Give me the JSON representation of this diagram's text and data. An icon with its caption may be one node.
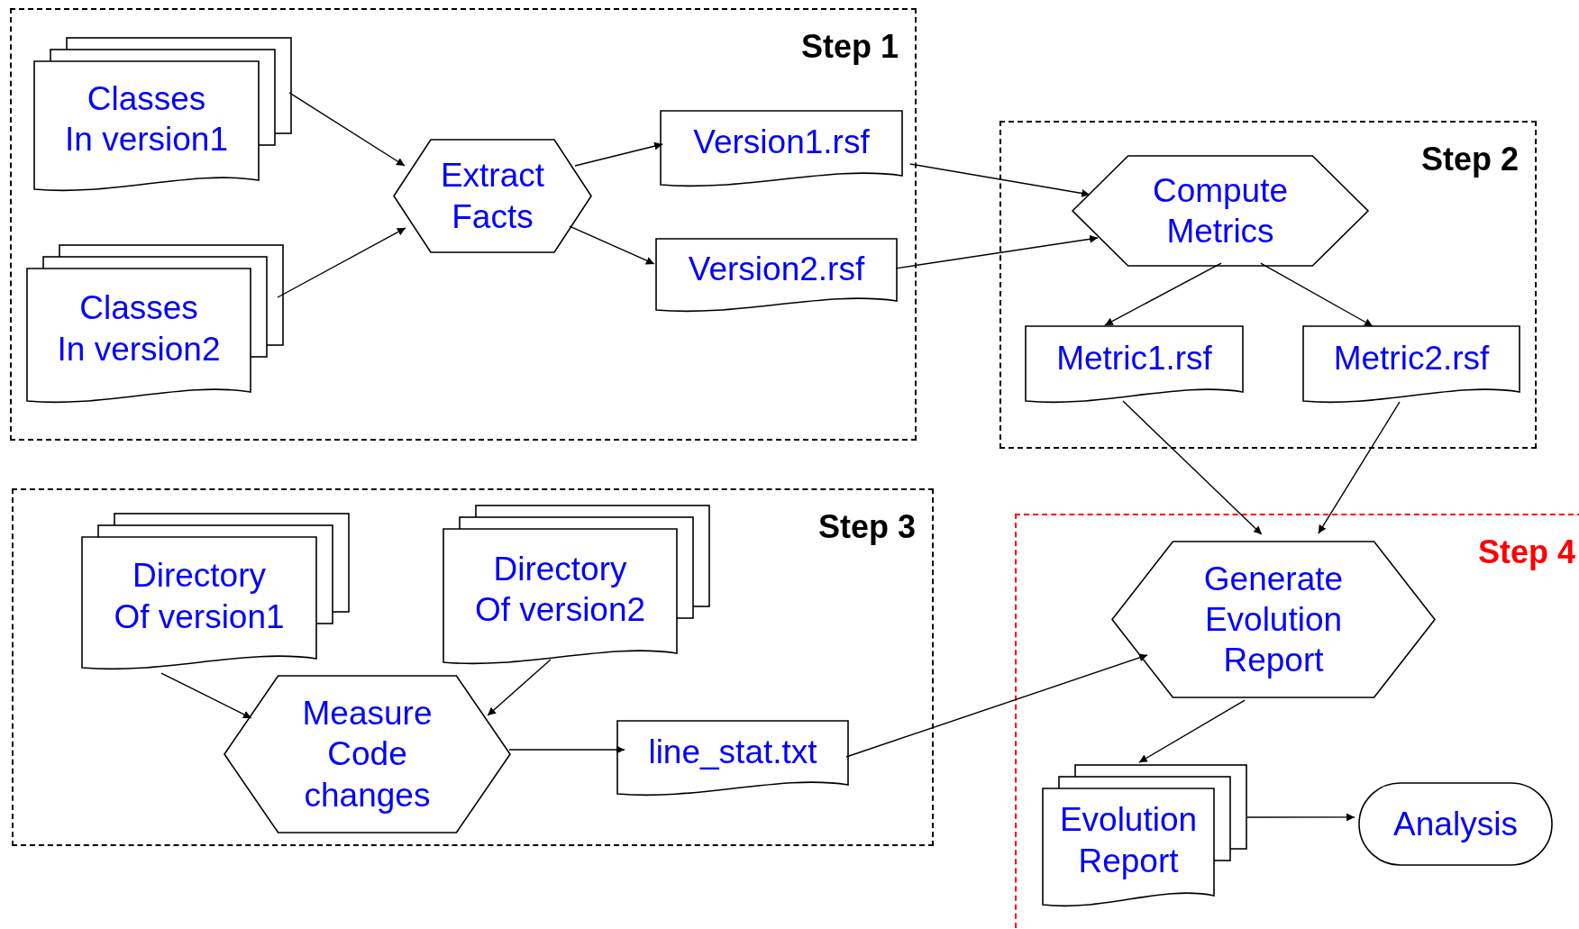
{
  "diagram": {
    "nodes": [
      {
        "text": [
          "Step 1"
        ]
      },
      {
        "text": [
          "Classes In version1"
        ],
        "in": 0
      },
      {
        "text": [
          "Classes In version2"
        ],
        "in": 0
      },
      {
        "text": [
          "Extract Facts"
        ],
        "in": 0
      },
      {
        "text": [
          "Version1.rsf"
        ],
        "in": 0
      },
      {
        "text": [
          "Version2.rsf"
        ],
        "in": 0
      },
      {
        "text": [
          "Step 2"
        ]
      },
      {
        "text": [
          "Compute Metrics"
        ],
        "in": 6
      },
      {
        "text": [
          "Metric1.rsf"
        ],
        "in": 6
      },
      {
        "text": [
          "Metric2.rsf"
        ],
        "in": 6
      },
      {
        "text": [
          "Step 3"
        ]
      },
      {
        "text": [
          "Directory Of version1"
        ],
        "in": 10
      },
      {
        "text": [
          "Directory Of version2"
        ],
        "in": 10
      },
      {
        "text": [
          "Measure Code changes"
        ],
        "in": 10
      },
      {
        "text": [
          "line_stat.txt"
        ],
        "in": 10
      },
      {
        "text": [
          "Step 4"
        ]
      },
      {
        "text": [
          "Generate Evolution Report"
        ],
        "in": 15
      },
      {
        "text": [
          "Evolution Report"
        ],
        "in": 15
      },
      {
        "text": [
          "Analysis"
        ],
        "in": 15
      }
    ],
    "edges": [
      {
        "from": 1,
        "to": 3,
        "arrow": "to"
      },
      {
        "from": 2,
        "to": 3,
        "arrow": "to"
      },
      {
        "from": 3,
        "to": 4,
        "arrow": "to"
      },
      {
        "from": 3,
        "to": 5,
        "arrow": "to"
      },
      {
        "from": 4,
        "to": 7,
        "arrow": "to"
      },
      {
        "from": 5,
        "to": 7,
        "arrow": "to"
      },
      {
        "from": 7,
        "to": 8,
        "arrow": "to"
      },
      {
        "from": 7,
        "to": 9,
        "arrow": "to"
      },
      {
        "from": 8,
        "to": 16,
        "arrow": "to"
      },
      {
        "from": 9,
        "to": 16,
        "arrow": "to"
      },
      {
        "from": 11,
        "to": 13,
        "arrow": "to"
      },
      {
        "from": 12,
        "to": 13,
        "arrow": "to"
      },
      {
        "from": 13,
        "to": 14,
        "arrow": "to"
      },
      {
        "from": 14,
        "to": 16,
        "arrow": "to"
      },
      {
        "from": 16,
        "to": 17,
        "arrow": "to"
      },
      {
        "from": 17,
        "to": 18,
        "arrow": "to"
      }
    ]
  }
}
